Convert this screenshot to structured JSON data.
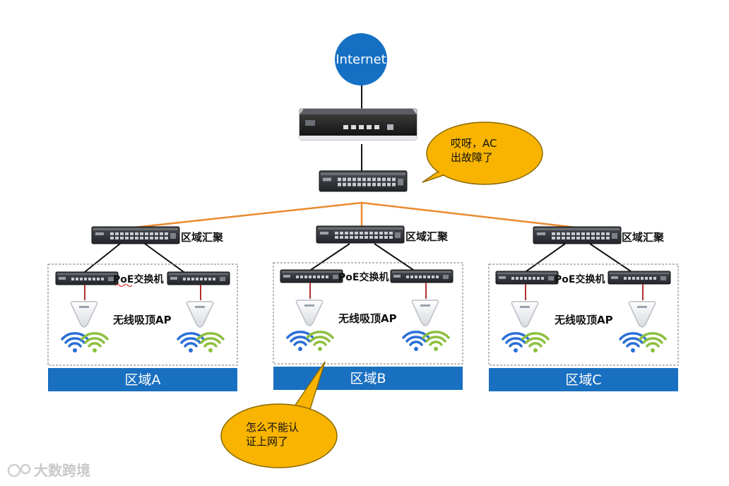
{
  "internet": {
    "label": "Internet"
  },
  "callouts": {
    "ac_fault": [
      "哎呀，AC",
      "出故障了"
    ],
    "auth_fail": [
      "怎么不能认",
      "证上网了"
    ]
  },
  "zones": [
    {
      "aggregation_label": "区域汇聚",
      "poe_label": "PoE交换机",
      "ap_label": "无线吸顶AP",
      "zone_name": "区域A"
    },
    {
      "aggregation_label": "区域汇聚",
      "poe_label": "PoE交换机",
      "ap_label": "无线吸顶AP",
      "zone_name": "区域B"
    },
    {
      "aggregation_label": "区域汇聚",
      "poe_label": "PoE交换机",
      "ap_label": "无线吸顶AP",
      "zone_name": "区域C"
    }
  ],
  "watermark": "大数跨境",
  "colors": {
    "internet_blue": "#1570c4",
    "zone_bar": "#1a70c0",
    "callout_fill": "#f8b400",
    "uplink_orange": "#e98a2e",
    "poe_link_red": "#b03030",
    "wifi_blue": "#2a6fd6",
    "wifi_green": "#8dbf3f"
  }
}
